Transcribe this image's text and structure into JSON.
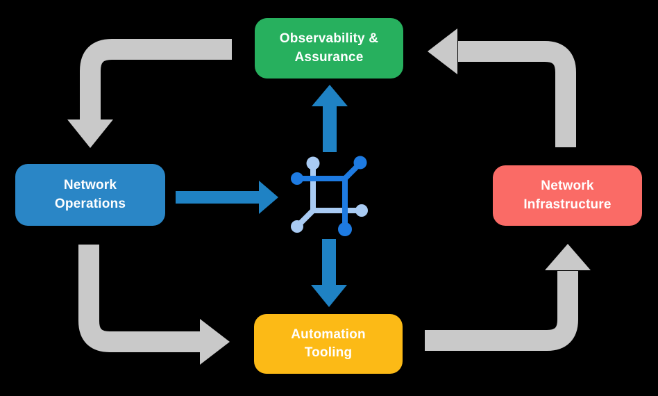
{
  "page": {
    "background": "#000000"
  },
  "diagram": {
    "nodes": {
      "observability": {
        "label": "Observability &\nAssurance",
        "color": "#27B05E",
        "text_color": "#FFFFFF"
      },
      "operations": {
        "label": "Network\nOperations",
        "color": "#2A86C6",
        "text_color": "#FFFFFF"
      },
      "infrastructure": {
        "label": "Network\nInfrastructure",
        "color": "#FA6B66",
        "text_color": "#FFFFFF"
      },
      "automation": {
        "label": "Automation\nTooling",
        "color": "#FCBA16",
        "text_color": "#FFFFFF"
      }
    },
    "center_icon": {
      "name": "network-automation-icon",
      "dark_blue": "#1E7BE2",
      "light_blue": "#A9CBF3"
    },
    "arrows": {
      "blue_color": "#1F82C4",
      "gray_color": "#C9C9C9",
      "edges": [
        {
          "from": "observability",
          "to": "operations",
          "color": "gray",
          "shape": "elbow"
        },
        {
          "from": "operations",
          "to": "automation",
          "color": "gray",
          "shape": "elbow"
        },
        {
          "from": "automation",
          "to": "infrastructure",
          "color": "gray",
          "shape": "elbow"
        },
        {
          "from": "infrastructure",
          "to": "observability",
          "color": "gray",
          "shape": "elbow"
        },
        {
          "from": "operations",
          "to": "center-icon",
          "color": "blue",
          "shape": "straight"
        },
        {
          "from": "center-icon",
          "to": "observability",
          "color": "blue",
          "shape": "straight"
        },
        {
          "from": "center-icon",
          "to": "automation",
          "color": "blue",
          "shape": "straight"
        }
      ]
    }
  }
}
